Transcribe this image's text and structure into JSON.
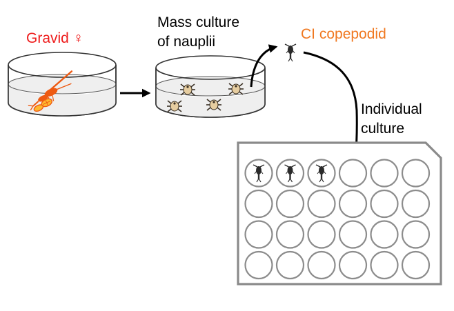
{
  "labels": {
    "gravid": "Gravid ♀",
    "mass_culture_line1": "Mass culture",
    "mass_culture_line2": "of nauplii",
    "ci_copepodid": "CI copepodid",
    "individual_line1": "Individual",
    "individual_line2": "culture"
  },
  "colors": {
    "gravid_text": "#ee1c1c",
    "copepodid_text": "#f07820",
    "female_body": "#ee5a12",
    "egg_sac": "#ffb830",
    "nauplius_body": "#e6cda0",
    "nauplius_dark": "#3a3024",
    "copepodid_dark": "#2a2a2a",
    "plate_fill": "#ffffff",
    "plate_stroke": "#8a8a8a",
    "well_stroke": "#8c8c8c",
    "arrow": "#000000",
    "dish_stroke": "#333333",
    "dish_fill": "#efefef"
  },
  "plate": {
    "rows": 4,
    "cols": 6,
    "occupied_wells": [
      [
        0,
        0
      ],
      [
        0,
        1
      ],
      [
        0,
        2
      ]
    ]
  }
}
